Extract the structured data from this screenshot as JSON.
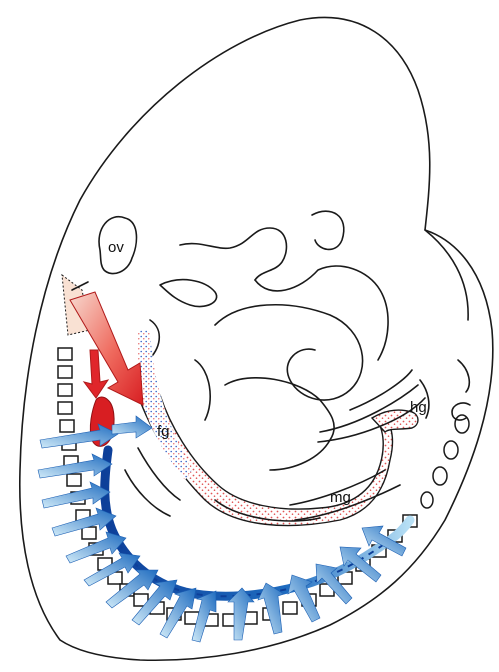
{
  "labels": {
    "otic_vesicle": "ov",
    "foregut": "fg",
    "midgut": "mg",
    "hindgut": "hg"
  },
  "colors": {
    "neural_crest_red": "#e0262b",
    "neural_crest_light": "#f6c3bb",
    "vagal_arrow_blue": "#1c5fb3",
    "arrow_light_blue": "#9fd2ee",
    "gut_stipple": "#e25555",
    "outline": "#1a1a1a"
  }
}
